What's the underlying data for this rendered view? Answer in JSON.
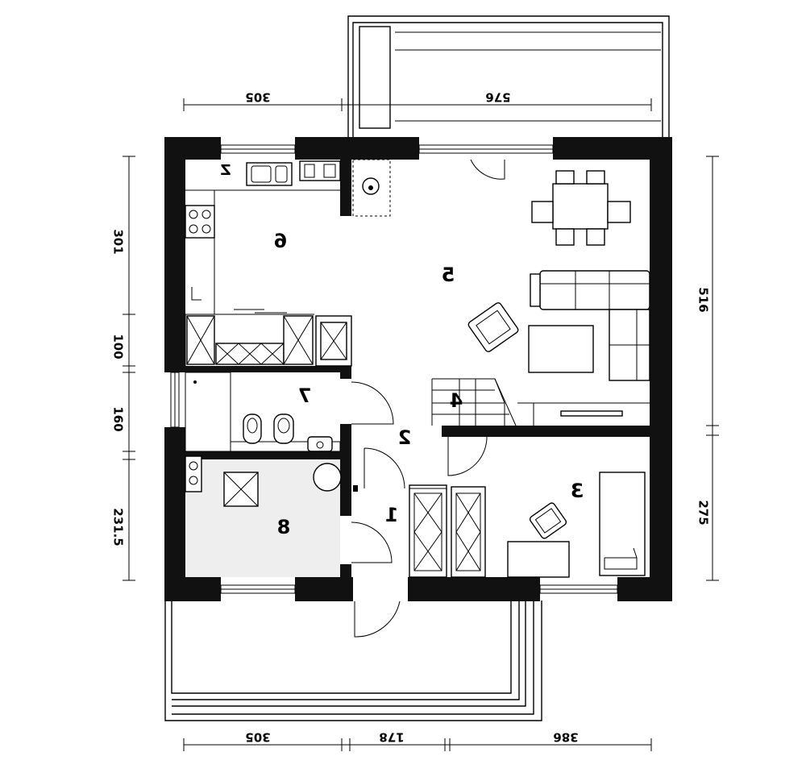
{
  "colors": {
    "wall": "#111111",
    "utility_floor": "#eeeeee",
    "background": "#ffffff"
  },
  "rooms": [
    {
      "id": "1",
      "label": "1"
    },
    {
      "id": "2",
      "label": "2"
    },
    {
      "id": "3",
      "label": "3"
    },
    {
      "id": "4",
      "label": "4"
    },
    {
      "id": "5",
      "label": "5"
    },
    {
      "id": "6",
      "label": "6"
    },
    {
      "id": "7",
      "label": "7"
    },
    {
      "id": "8",
      "label": "8"
    },
    {
      "id": "z",
      "label": "Z"
    }
  ],
  "dimensions": {
    "top": [
      "305",
      "576"
    ],
    "bottom": [
      "305",
      "178",
      "386"
    ],
    "left": [
      "301",
      "100",
      "160",
      "231.5"
    ],
    "right": [
      "516",
      "275"
    ]
  }
}
